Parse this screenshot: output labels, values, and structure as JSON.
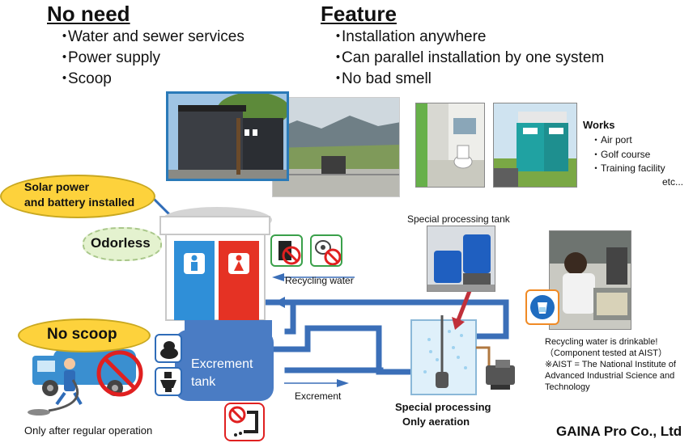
{
  "no_need": {
    "heading": "No need",
    "items": [
      "Water and sewer services",
      "Power supply",
      "Scoop"
    ]
  },
  "feature": {
    "heading": "Feature",
    "items": [
      "Installation anywhere",
      "Can parallel installation by one system",
      "No bad smell"
    ]
  },
  "works": {
    "heading": "Works",
    "items": [
      "・Air port",
      "・Golf course",
      "・Training facility"
    ],
    "etc": "etc..."
  },
  "labels": {
    "solar_power": "Solar power\nand battery installed",
    "odorless": "Odorless",
    "no_scoop": "No scoop",
    "only_after": "Only after regular operation",
    "excrement_tank": "Excrement\ntank",
    "recycling_water": "Recycling water",
    "excrement": "Excrement",
    "special_tank_title": "Special processing tank",
    "special_processing": "Special processing",
    "only_aeration": "Only aeration",
    "drinkable_1": "Recycling water is drinkable!",
    "drinkable_2": "（Component tested at AIST）",
    "aist_note": "※AIST = The National Institute of Advanced Industrial Science and Technology",
    "company": "GAINA Pro Co., Ltd"
  },
  "colors": {
    "pipe_blue": "#3b6fb8",
    "tank_blue": "#4a7cc4",
    "cloud_yellow": "#fdd23c",
    "cloud_green": "#e4f2cf",
    "door_blue": "#2f8fd8",
    "door_red": "#e53224",
    "no_red": "#e02020",
    "orange_frame": "#f08a24",
    "green_frame": "#3aa04a",
    "icon_blue_frame": "#2f6cb8"
  }
}
